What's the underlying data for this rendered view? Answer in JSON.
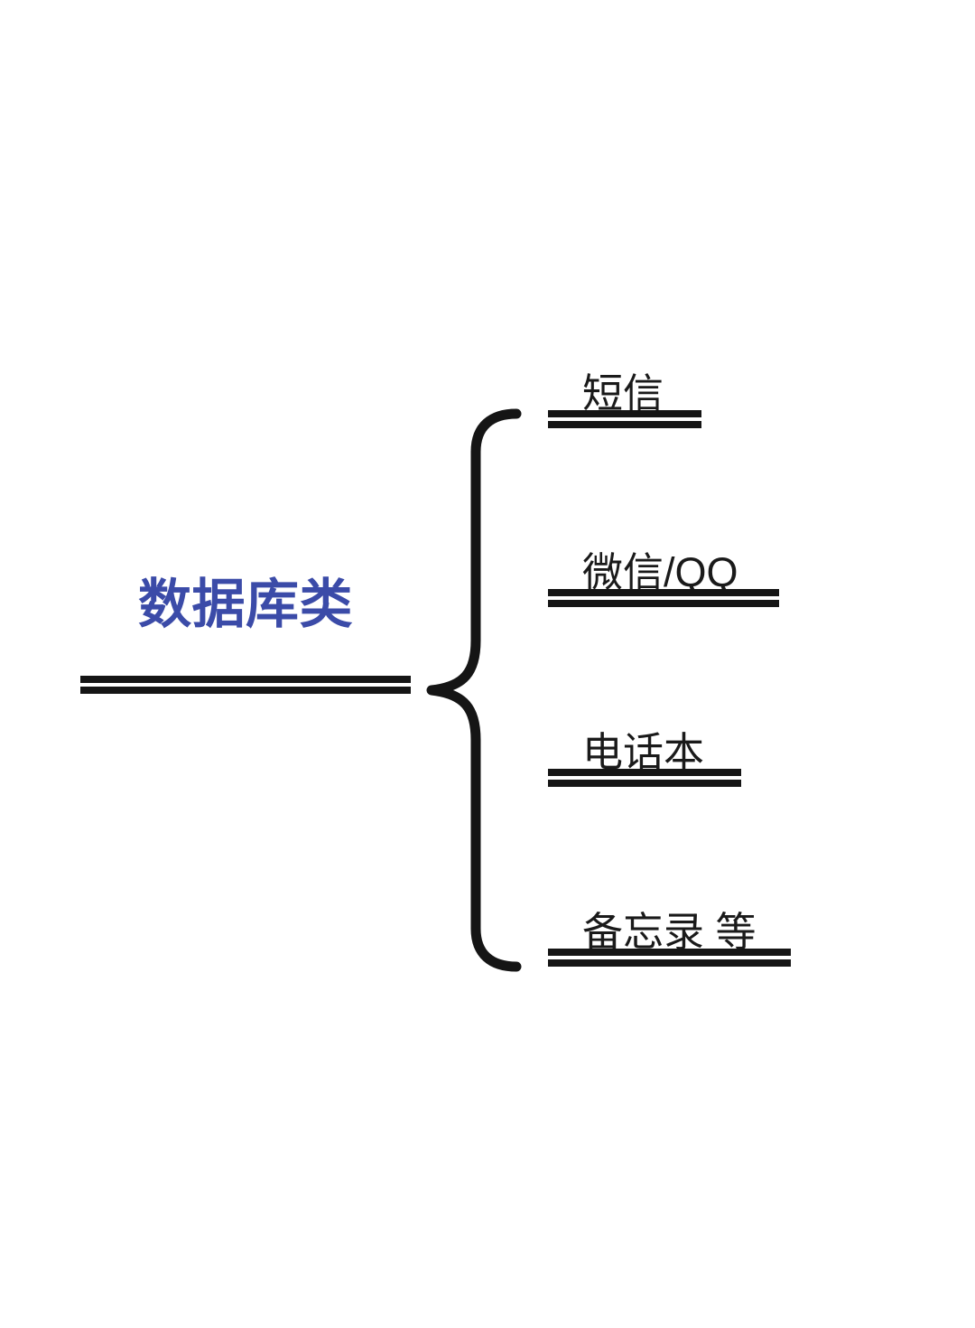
{
  "diagram": {
    "type": "mind-map-bracket",
    "background_color": "#ffffff",
    "root": {
      "label": "数据库类",
      "color": "#3b4ba8",
      "underline": "double"
    },
    "connector": {
      "glyph": "left-curly-brace",
      "color": "#151515"
    },
    "branches": [
      {
        "label": "短信",
        "color": "#1a1a1a",
        "underline": "double"
      },
      {
        "label": "微信/QQ",
        "color": "#1a1a1a",
        "underline": "double"
      },
      {
        "label": "电话本",
        "color": "#1a1a1a",
        "underline": "double"
      },
      {
        "label": "备忘录 等",
        "color": "#1a1a1a",
        "underline": "double"
      }
    ]
  }
}
